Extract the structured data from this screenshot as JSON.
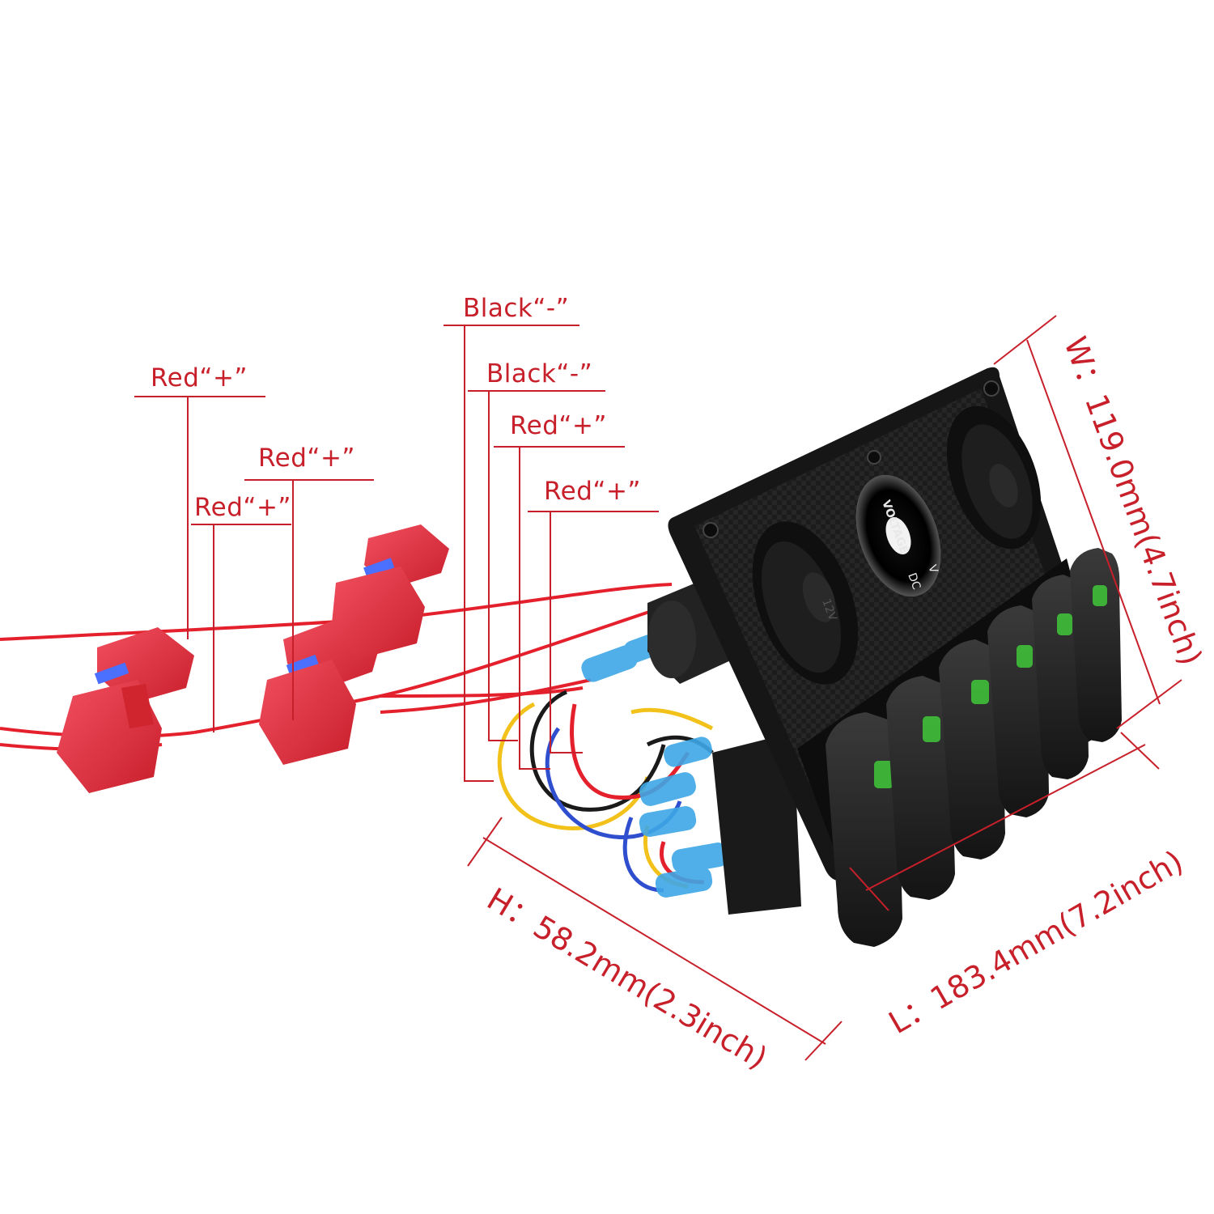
{
  "wire_labels": [
    {
      "text": "Black“-”"
    },
    {
      "text": "Black“-”"
    },
    {
      "text": "Red“+”"
    },
    {
      "text": "Red“+”"
    },
    {
      "text": "Red“+”"
    },
    {
      "text": "Red“+”"
    },
    {
      "text": "Red“+”"
    }
  ],
  "panel": {
    "meter_text_top": "VOLTAGE",
    "meter_text_bottom": "DC",
    "meter_text_v": "V",
    "socket_text": "12V"
  },
  "dimensions": {
    "width": "W：119.0mm(4.7inch)",
    "length": "L：183.4mm(7.2inch)",
    "height": "H：58.2mm(2.3inch)"
  },
  "colors": {
    "annotation": "#c8202a",
    "panel": "#1b1b1b",
    "switch_led": "#3fbf3a",
    "fuse_holder": "#e0333c",
    "wire_red": "#e4202c",
    "wire_yellow": "#f2c21b",
    "wire_blue": "#2f4fcf",
    "terminal": "#3ea7e6"
  }
}
